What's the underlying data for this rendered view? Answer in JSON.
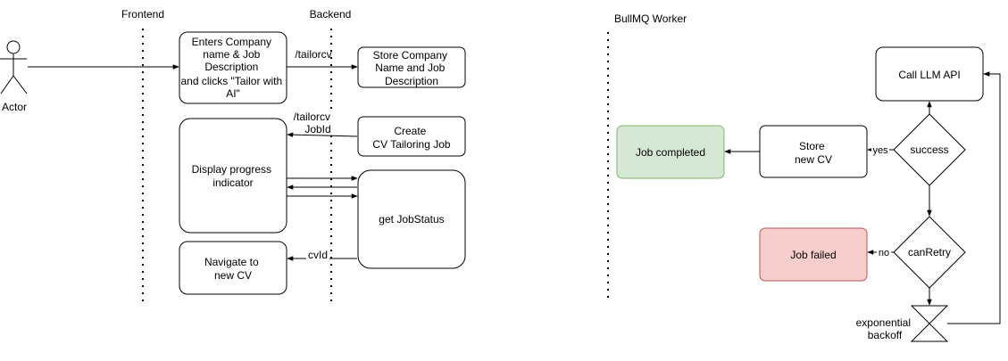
{
  "lanes": {
    "frontend": "Frontend",
    "backend": "Backend",
    "worker": "BullMQ Worker"
  },
  "actor": {
    "label": "Actor"
  },
  "boxes": {
    "enters": [
      "Enters Company",
      "name & Job",
      "Description",
      "and clicks \"Tailor with",
      "AI\""
    ],
    "store_company": [
      "Store Company",
      "Name and Job",
      "Description"
    ],
    "create_job": [
      "Create",
      "CV Tailoring Job"
    ],
    "display_progress": [
      "Display progress",
      "indicator"
    ],
    "get_status": "get JobStatus",
    "navigate": [
      "Navigate to",
      "new CV"
    ],
    "call_llm": "Call LLM API",
    "store_cv": [
      "Store",
      "new CV"
    ],
    "job_completed": "Job completed",
    "job_failed": "Job failed",
    "success": "success",
    "can_retry": "canRetry",
    "backoff": [
      "exponential",
      "backoff"
    ]
  },
  "edges": {
    "tailorcv": "/tailorcv",
    "tailorcv_jobid": [
      "/tailorcv",
      "JobId"
    ],
    "cvid": "cvId",
    "yes": "yes",
    "no": "no"
  },
  "colors": {
    "completed_fill": "#d5e8d4",
    "completed_stroke": "#82b366",
    "failed_fill": "#f8cecc",
    "failed_stroke": "#b85450"
  }
}
